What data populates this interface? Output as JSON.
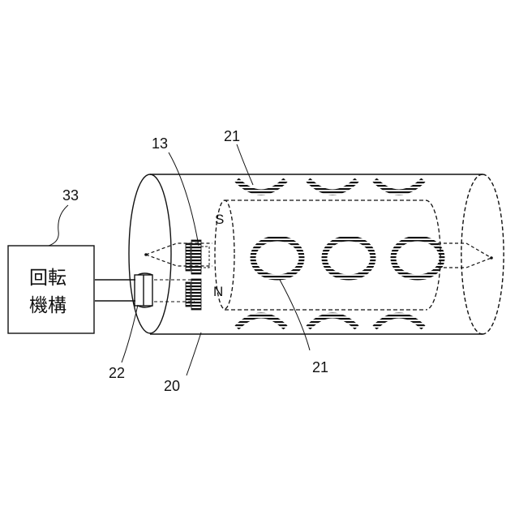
{
  "labels": {
    "ref_33": "33",
    "ref_21_top": "21",
    "ref_13": "13",
    "ref_21_bottom": "21",
    "ref_22": "22",
    "ref_20": "20",
    "pole_s": "S",
    "pole_n": "N"
  },
  "rotation_box": {
    "line1": "回転",
    "line2": "機構"
  },
  "colors": {
    "stroke": "#111111",
    "background": "#ffffff"
  }
}
